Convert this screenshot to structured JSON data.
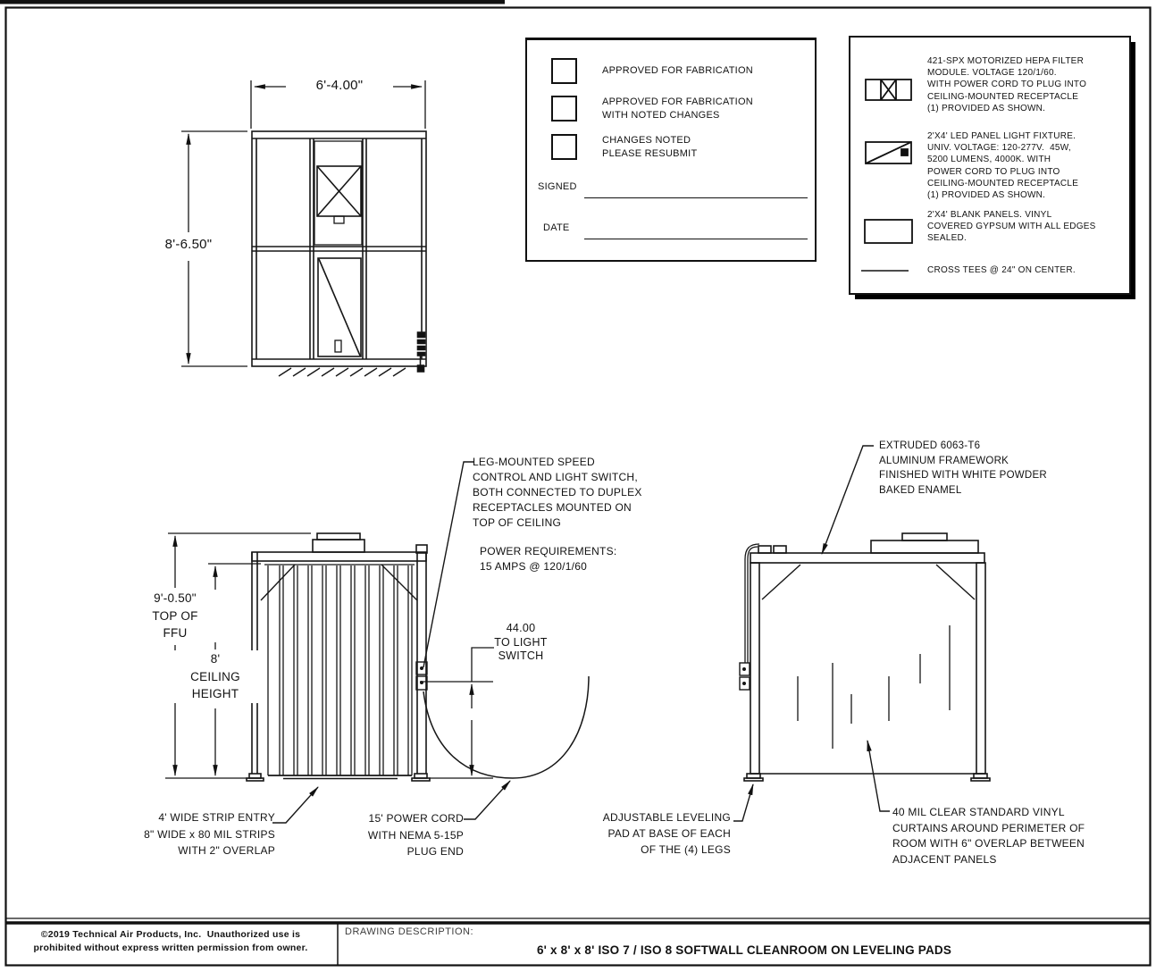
{
  "sheet": {
    "copyright": "©2019 Technical Air Products, Inc.  Unauthorized use is\nprohibited without express written permission from owner.",
    "drawing_description_label": "DRAWING DESCRIPTION:",
    "drawing_title": "6' x 8' x 8' ISO 7 / ISO 8 SOFTWALL CLEANROOM ON LEVELING PADS"
  },
  "approval": {
    "options": [
      {
        "label": "APPROVED FOR FABRICATION"
      },
      {
        "label": "APPROVED FOR FABRICATION\nWITH NOTED CHANGES"
      },
      {
        "label": "CHANGES NOTED\nPLEASE RESUBMIT"
      }
    ],
    "signed_label": "SIGNED",
    "date_label": "DATE"
  },
  "legend": {
    "items": [
      {
        "symbol": "hepa-filter-module-symbol",
        "text": "421-SPX MOTORIZED HEPA FILTER\nMODULE. VOLTAGE 120/1/60.\nWITH POWER CORD TO PLUG INTO\nCEILING-MOUNTED RECEPTACLE\n(1) PROVIDED AS SHOWN."
      },
      {
        "symbol": "led-panel-light-symbol",
        "text": "2'X4' LED PANEL LIGHT FIXTURE.\nUNIV. VOLTAGE: 120-277V.  45W,\n5200 LUMENS, 4000K. WITH\nPOWER CORD TO PLUG INTO\nCEILING-MOUNTED RECEPTACLE\n(1) PROVIDED AS SHOWN."
      },
      {
        "symbol": "blank-panel-symbol",
        "text": "2'X4' BLANK PANELS. VINYL\nCOVERED GYPSUM WITH ALL EDGES\nSEALED."
      },
      {
        "symbol": "cross-tee-symbol",
        "text": "CROSS TEES @ 24\" ON CENTER."
      }
    ]
  },
  "front_elevation": {
    "width_dim": "6'-4.00\"",
    "height_dim": "8'-6.50\""
  },
  "side_elevation": {
    "ffu_height_dim": "9'-0.50\"\nTOP OF\nFFU",
    "ceiling_height_dim": "8'\nCEILING\nHEIGHT",
    "speed_control_note": "LEG-MOUNTED SPEED\nCONTROL AND LIGHT SWITCH,\nBOTH CONNECTED TO DUPLEX\nRECEPTACLES MOUNTED ON\nTOP OF CEILING",
    "power_requirements_note": "POWER REQUIREMENTS:\n15 AMPS @ 120/1/60",
    "switch_dim": "44.00\nTO LIGHT\nSWITCH",
    "strip_entry_note": "4' WIDE STRIP ENTRY\n8\" WIDE x 80 MIL STRIPS\nWITH 2\" OVERLAP",
    "power_cord_note": "15' POWER CORD\nWITH NEMA 5-15P\nPLUG END"
  },
  "right_elevation": {
    "framework_note": "EXTRUDED 6063-T6\nALUMINUM FRAMEWORK\nFINISHED WITH WHITE POWDER\nBAKED ENAMEL",
    "leveling_pad_note": "ADJUSTABLE LEVELING\nPAD AT BASE OF EACH\nOF THE (4) LEGS",
    "vinyl_curtain_note": "40 MIL CLEAR STANDARD VINYL\nCURTAINS AROUND PERIMETER OF\nROOM WITH 6\" OVERLAP BETWEEN\nADJACENT PANELS"
  }
}
